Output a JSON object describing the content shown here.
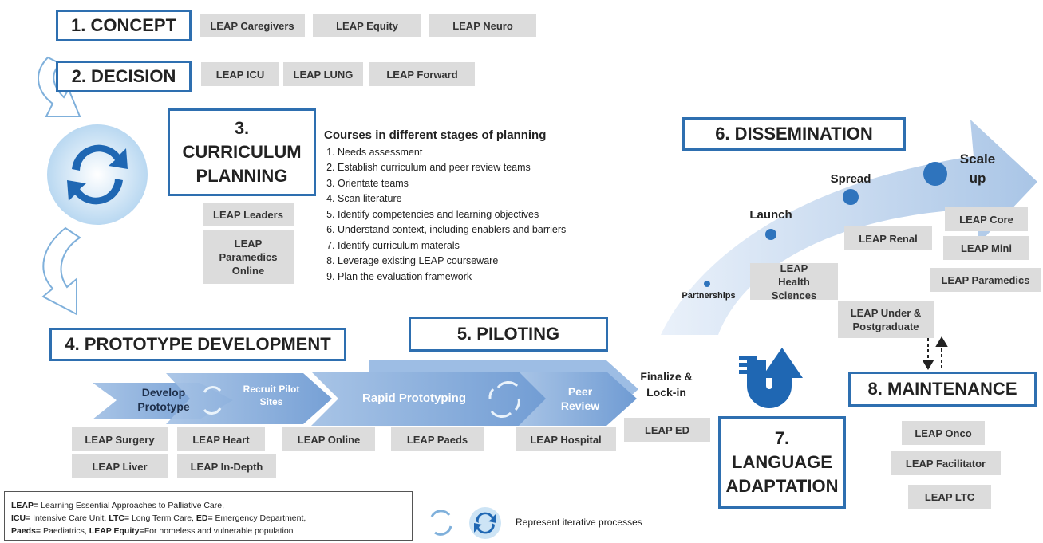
{
  "stages": {
    "concept": "1. CONCEPT",
    "decision": "2. DECISION",
    "curriculum_line1": "3.",
    "curriculum_line2": "CURRICULUM",
    "curriculum_line3": "PLANNING",
    "prototype": "4. PROTOTYPE DEVELOPMENT",
    "piloting": "5. PILOTING",
    "dissemination": "6. DISSEMINATION",
    "language_line1": "7.",
    "language_line2": "LANGUAGE",
    "language_line3": "ADAPTATION",
    "maintenance": "8. MAINTENANCE"
  },
  "concept_courses": [
    "LEAP Caregivers",
    "LEAP Equity",
    "LEAP Neuro"
  ],
  "decision_courses": [
    "LEAP ICU",
    "LEAP LUNG",
    "LEAP Forward"
  ],
  "planning_courses": [
    "LEAP Leaders",
    "LEAP Paramedics Online"
  ],
  "planning_steps": {
    "heading": "Courses in different stages of planning",
    "items": [
      "Needs assessment",
      "Establish curriculum and peer review teams",
      "Orientate teams",
      "Scan literature",
      "Identify competencies and learning objectives",
      "Understand context, including enablers and barriers",
      "Identify curriculum materals",
      "Leverage existing LEAP courseware",
      "Plan the evaluation framework"
    ]
  },
  "process_arrows": {
    "develop": "Develop Prototype",
    "recruit": "Recruit Pilot Sites",
    "rapid": "Rapid Prototyping",
    "peer": "Peer Review",
    "finalize": "Finalize & Lock-in"
  },
  "prototype_courses": [
    "LEAP Surgery",
    "LEAP Heart",
    "LEAP Liver",
    "LEAP In-Depth",
    "LEAP Online"
  ],
  "piloting_courses": [
    "LEAP Paeds",
    "LEAP Hospital",
    "LEAP ED"
  ],
  "dissemination_stages": {
    "partnerships": "Partnerships",
    "launch": "Launch",
    "spread": "Spread",
    "scale": "Scale up"
  },
  "dissemination_courses": [
    "LEAP Health Sciences",
    "LEAP Renal",
    "LEAP Core",
    "LEAP Mini",
    "LEAP Paramedics",
    "LEAP Under & Postgraduate"
  ],
  "maintenance_courses": [
    "LEAP Onco",
    "LEAP Facilitator",
    "LEAP LTC"
  ],
  "legend": {
    "leap_key": "LEAP=",
    "leap_text": " Learning Essential Approaches to Palliative Care,",
    "icu_key": "ICU=",
    "icu_text": " Intensive Care Unit, ",
    "ltc_key": "LTC=",
    "ltc_text": " Long Term Care, ",
    "ed_key": "ED=",
    "ed_text": " Emergency Department,",
    "paeds_key": "Paeds=",
    "paeds_text": " Paediatrics, ",
    "equity_key": "LEAP Equity=",
    "equity_text": "For homeless and vulnerable population",
    "iterative_note": "Represent iterative processes"
  },
  "colors": {
    "stage_border": "#2e6fb0",
    "tag_bg": "#dcdcdc",
    "arrow_light": "#b8d0ec",
    "arrow_mid": "#8fb3df",
    "circle_light": "#cde4f5",
    "dark_blue": "#1f67b3"
  }
}
